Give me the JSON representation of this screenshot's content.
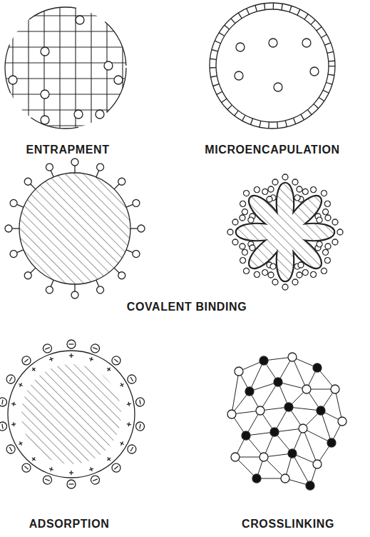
{
  "diagram": {
    "labels": [
      "ENTRAPMENT",
      "MICROENCAPULATION",
      "COVALENT BINDING",
      "ADSORPTION",
      "CROSSLINKING"
    ]
  }
}
